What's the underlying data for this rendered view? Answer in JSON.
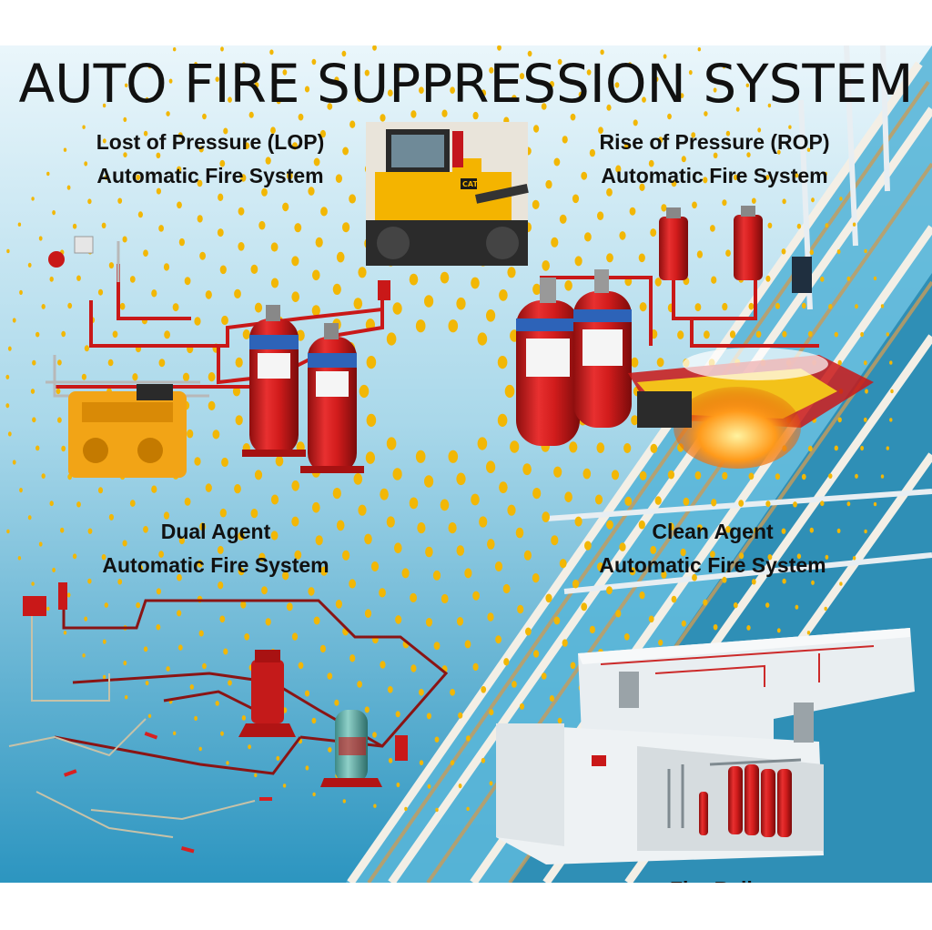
{
  "title": "AUTO FIRE SUPPRESSION SYSTEM",
  "systems": {
    "lop": {
      "line1": "Lost of Pressure (LOP)",
      "line2": "Automatic Fire System"
    },
    "rop": {
      "line1": "Rise of Pressure (ROP)",
      "line2": "Automatic Fire System"
    },
    "dual": {
      "line1": "Dual Agent",
      "line2": "Automatic Fire System"
    },
    "clean": {
      "line1": "Clean Agent",
      "line2": "Automatic Fire System"
    },
    "fireball_partial": "Fire Ball"
  },
  "vehicle": {
    "brand_mark": "CAT"
  },
  "colors": {
    "sky": "#3aa3c9",
    "dots": "#f2b705",
    "cylinder": "#d91f1f",
    "pipe": "#c91818",
    "cat_yellow": "#f4b400"
  }
}
